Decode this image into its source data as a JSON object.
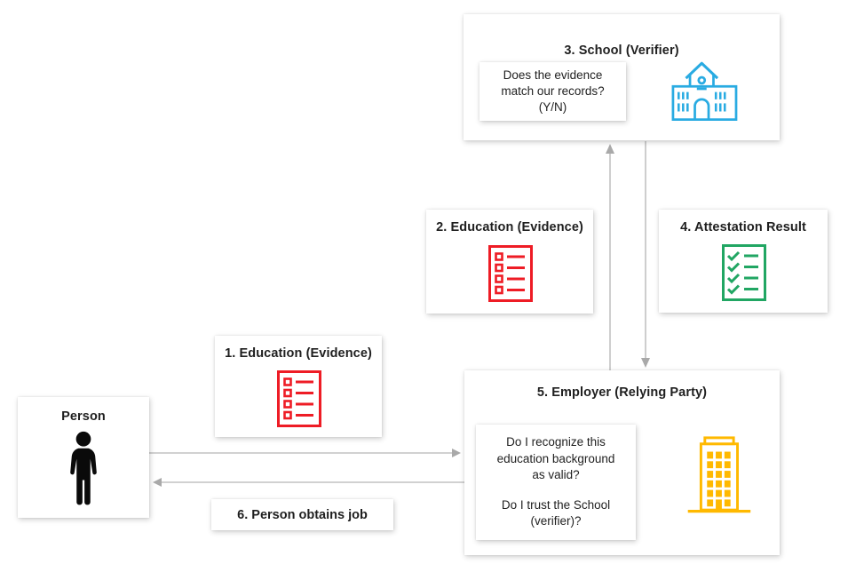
{
  "diagram": {
    "nodes": {
      "school": {
        "title": "3. School (Verifier)",
        "question": "Does the evidence match our records? (Y/N)"
      },
      "evidence2": {
        "title": "2. Education (Evidence)"
      },
      "attestation": {
        "title": "4. Attestation Result"
      },
      "evidence1": {
        "title": "1. Education (Evidence)"
      },
      "person": {
        "title": "Person"
      },
      "employer": {
        "title": "5. Employer (Relying Party)",
        "question1": "Do I recognize this education background as valid?",
        "question2": "Do I trust the School (verifier)?"
      },
      "obtains_job": {
        "title": "6. Person obtains job"
      }
    },
    "icons": {
      "school": "school-building-icon",
      "evidence1": "checklist-icon",
      "evidence2": "checklist-icon",
      "attestation": "checked-list-icon",
      "person": "person-icon",
      "employer": "office-building-icon"
    },
    "colors": {
      "school_icon": "#29ABE2",
      "evidence_icon": "#EE1C25",
      "attestation_icon": "#21A663",
      "employer_icon": "#FFB900",
      "arrow_line": "#C2C2C2",
      "arrow_head": "#A9A9A9",
      "text": "#1F1F1F"
    }
  }
}
